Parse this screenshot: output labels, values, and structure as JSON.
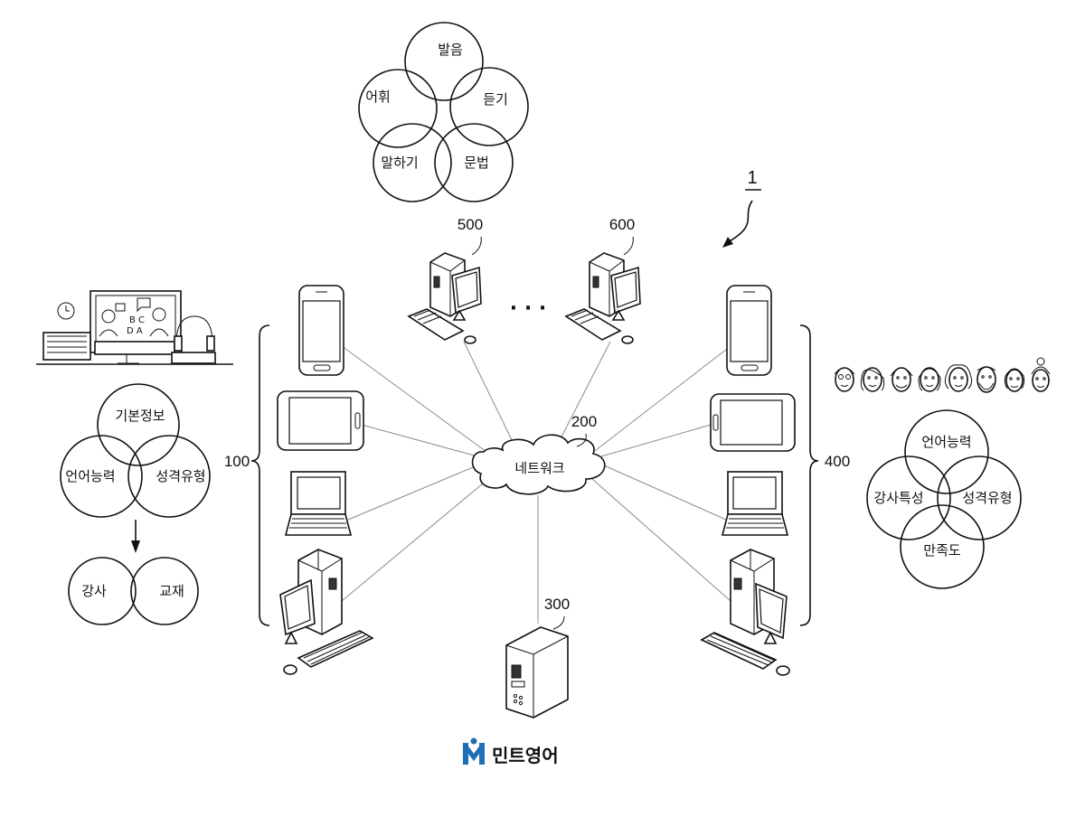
{
  "venn_top": {
    "labels": [
      "발음",
      "어휘",
      "듣기",
      "말하기",
      "문법"
    ]
  },
  "venn_left": {
    "labels": [
      "기본정보",
      "언어능력",
      "성격유형"
    ]
  },
  "venn_left_bottom": {
    "labels": [
      "강사",
      "교재"
    ]
  },
  "venn_right": {
    "labels": [
      "언어능력",
      "강사특성",
      "성격유형",
      "만족도"
    ]
  },
  "network": {
    "label": "네트워크"
  },
  "refs": {
    "system": "1",
    "learners": "100",
    "network": "200",
    "server": "300",
    "teachers": "400",
    "terminal_a": "500",
    "terminal_b": "600"
  },
  "ellipsis": "· · ·",
  "logo": {
    "text": "민트영어",
    "color": "#1f6fb7"
  }
}
